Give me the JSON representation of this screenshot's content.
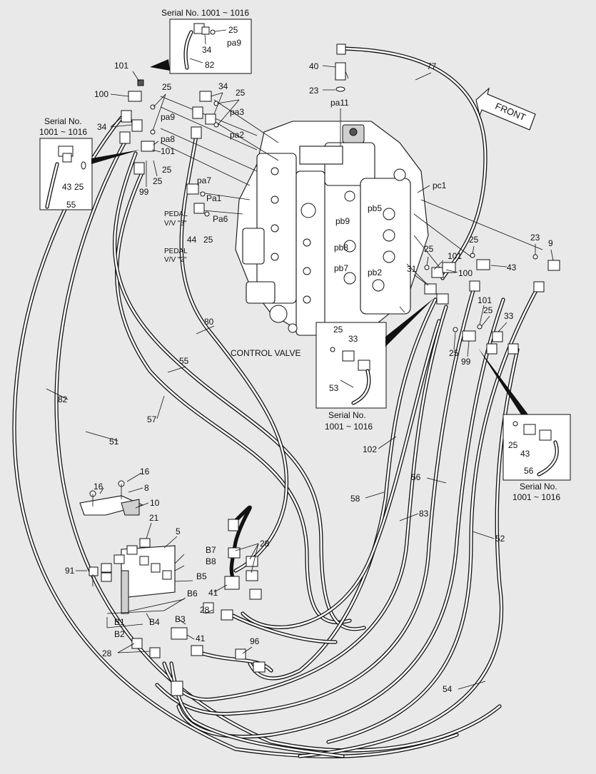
{
  "boxes": {
    "top": {
      "title": "Serial No. 1001 ~ 1016",
      "parts": [
        "25",
        "34",
        "pa9",
        "82"
      ]
    },
    "left": {
      "title_line1": "Serial No.",
      "title_line2": "1001 ~ 1016",
      "parts": [
        "43",
        "25",
        "55"
      ]
    },
    "center": {
      "title_line1": "Serial No.",
      "title_line2": "1001 ~ 1016",
      "parts": [
        "25",
        "33",
        "53"
      ]
    },
    "right": {
      "title_line1": "Serial No.",
      "title_line2": "1001 ~ 1016",
      "parts": [
        "25",
        "43",
        "56"
      ]
    }
  },
  "front_label": "FRONT",
  "control_valve_label": "CONTROL VALVE",
  "pedal_labels": [
    {
      "line1": "PEDAL",
      "line2": "V/V  \"3\""
    },
    {
      "line1": "PEDAL",
      "line2": "V/V  \"2\""
    }
  ],
  "callouts": [
    "101",
    "100",
    "25",
    "34",
    "pa9",
    "pa8",
    "101",
    "99",
    "25",
    "25",
    "34",
    "25",
    "pa3",
    "pa2",
    "pa7",
    "Pa1",
    "Pa6",
    "44",
    "25",
    "40",
    "23",
    "pa11",
    "77",
    "pc1",
    "pb5",
    "pb9",
    "pb8",
    "pb7",
    "pb2",
    "25",
    "101",
    "100",
    "31",
    "25",
    "43",
    "23",
    "9",
    "101",
    "25",
    "33",
    "99",
    "25",
    "80",
    "55",
    "57",
    "82",
    "51",
    "102",
    "58",
    "56",
    "83",
    "52",
    "54",
    "16",
    "16",
    "8",
    "10",
    "21",
    "5",
    "28",
    "B7",
    "B8",
    "B5",
    "41",
    "B6",
    "28",
    "91",
    "B1",
    "B4",
    "B3",
    "B2",
    "28",
    "41",
    "96"
  ]
}
